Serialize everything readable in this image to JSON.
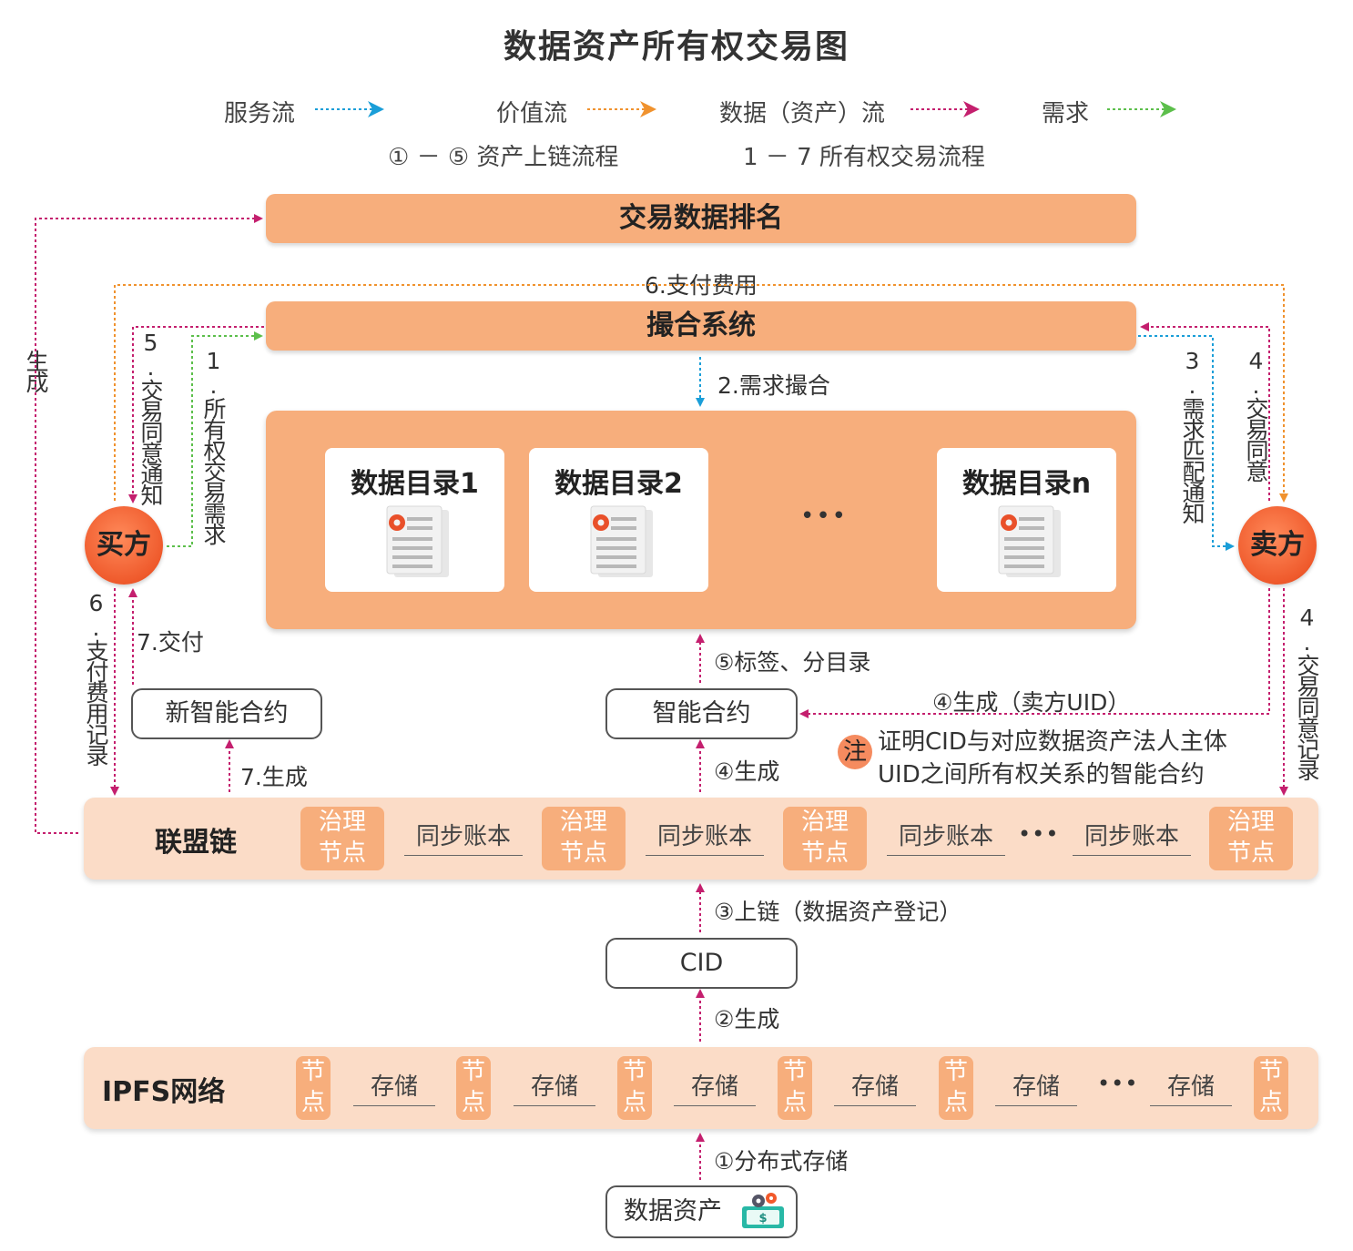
{
  "title": "数据资产所有权交易图",
  "legend": {
    "items": [
      {
        "label": "服务流",
        "color": "#1a9ed8"
      },
      {
        "label": "价值流",
        "color": "#f0922e"
      },
      {
        "label": "数据（资产）流",
        "color": "#c41f6e"
      },
      {
        "label": "需求",
        "color": "#5cbf4b"
      }
    ],
    "process1": "① － ⑤ 资产上链流程",
    "process2": "1 － 7 所有权交易流程"
  },
  "ranking": "交易数据排名",
  "matching": "撮合系统",
  "pay_fee_top": "6.支付费用",
  "demand_match": "2.需求撮合",
  "catalogs": [
    "数据目录1",
    "数据目录2",
    "数据目录n"
  ],
  "ellipsis": "•••",
  "buyer": "买方",
  "seller": "卖方",
  "left": {
    "generate": "生成",
    "notify": "5.交易同意通知",
    "demand": "1.所有权交易需求",
    "pay_record": "6.支付费用记录",
    "deliver": "7.交付",
    "new_contract": "新智能合约",
    "gen7": "7.生成"
  },
  "right": {
    "match_notify": "3.需求匹配通知",
    "agree": "4.交易同意",
    "agree_record": "4.交易同意记录"
  },
  "center": {
    "tag": "⑤标签、分目录",
    "contract": "智能合约",
    "gen_seller": "④生成（卖方UID）",
    "gen4": "④生成",
    "note_mark": "注",
    "note_line1": "证明CID与对应数据资产法人主体",
    "note_line2": "UID之间所有权关系的智能合约"
  },
  "consortium": {
    "label": "联盟链",
    "node": "治理节点",
    "ledger": "同步账本",
    "ellipsis": "•••"
  },
  "chain_up": "③上链（数据资产登记）",
  "cid": "CID",
  "gen2": "②生成",
  "ipfs": {
    "label": "IPFS网络",
    "node": "节点",
    "storage": "存储",
    "ellipsis": "•••"
  },
  "distributed": "①分布式存储",
  "asset": "数据资产"
}
